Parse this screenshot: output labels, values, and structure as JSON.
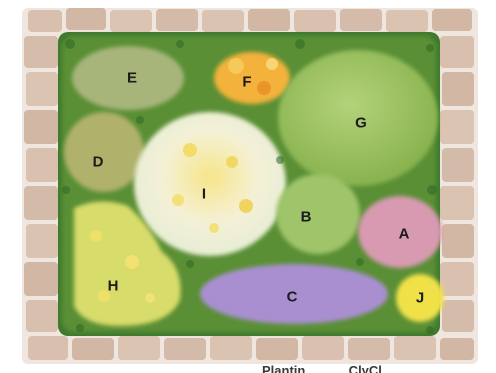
{
  "illustration": {
    "description": "Watercolor garden bed plan surrounded by a brick border",
    "colors": {
      "brick": "#d8bfae",
      "brick_dark": "#c8a894",
      "mortar": "#efe6df",
      "hedge": "#3f7a2e",
      "ground": "#5a8f35"
    },
    "beds": [
      {
        "id": "A",
        "label": "A",
        "color": "#d89ab0"
      },
      {
        "id": "B",
        "label": "B",
        "color": "#9fc46a"
      },
      {
        "id": "C",
        "label": "C",
        "color": "#a98fd0"
      },
      {
        "id": "D",
        "label": "D",
        "color": "#b0b16a"
      },
      {
        "id": "E",
        "label": "E",
        "color": "#a7b57a"
      },
      {
        "id": "F",
        "label": "F",
        "color": "#f2b23a"
      },
      {
        "id": "G",
        "label": "G",
        "color": "#9cc05e"
      },
      {
        "id": "H",
        "label": "H",
        "color": "#d8dc6a"
      },
      {
        "id": "I",
        "label": "I",
        "color": "#f3f0d6"
      },
      {
        "id": "J",
        "label": "J",
        "color": "#f0e14a"
      }
    ]
  },
  "caption": "Plantin         ...ClyCl"
}
